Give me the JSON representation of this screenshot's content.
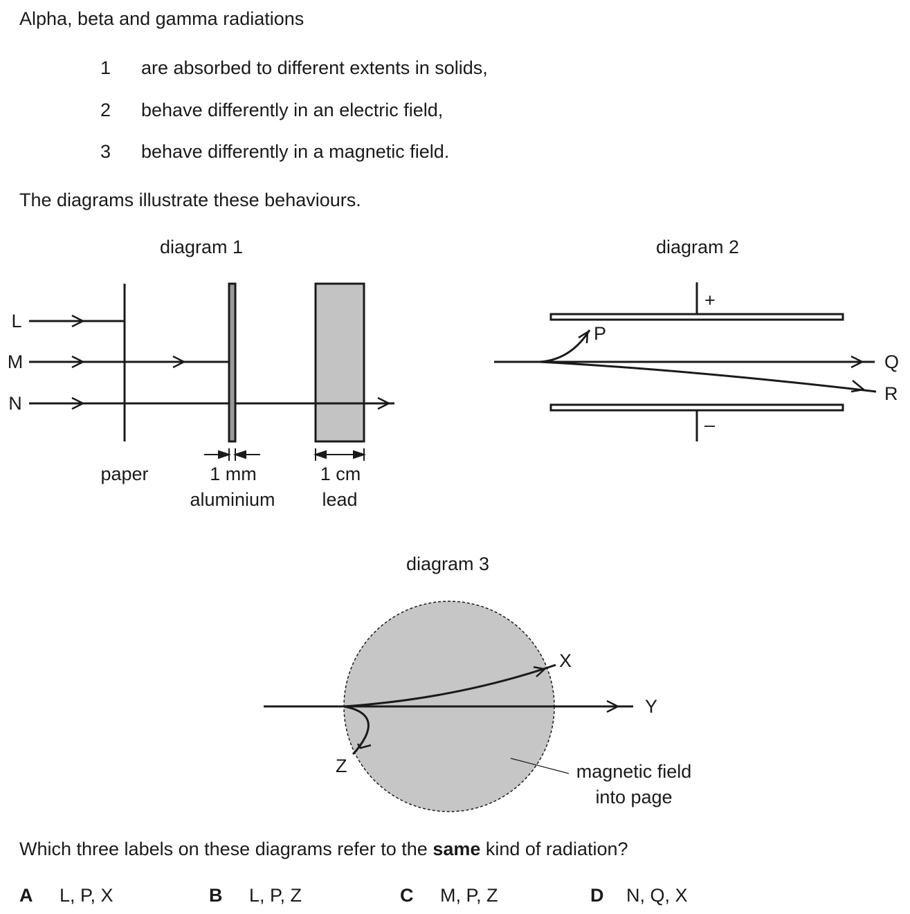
{
  "intro": "Alpha, beta and gamma radiations",
  "statements": [
    {
      "num": "1",
      "text": "are absorbed to different extents in solids,"
    },
    {
      "num": "2",
      "text": "behave differently in an electric field,"
    },
    {
      "num": "3",
      "text": "behave differently in a magnetic field."
    }
  ],
  "diagrams_intro": "The diagrams illustrate these behaviours.",
  "diagram1": {
    "title": "diagram 1",
    "rays": [
      "L",
      "M",
      "N"
    ],
    "paper": "paper",
    "aluminium_thickness": "1 mm",
    "aluminium": "aluminium",
    "lead_thickness": "1 cm",
    "lead": "lead"
  },
  "diagram2": {
    "title": "diagram 2",
    "plus": "+",
    "minus": "–",
    "P": "P",
    "Q": "Q",
    "R": "R"
  },
  "diagram3": {
    "title": "diagram 3",
    "X": "X",
    "Y": "Y",
    "Z": "Z",
    "field_line1": "magnetic field",
    "field_line2": "into page"
  },
  "question": {
    "before": "Which three labels on these diagrams refer to the ",
    "bold": "same",
    "after": " kind of radiation?"
  },
  "options": [
    {
      "letter": "A",
      "text": "L, P, X"
    },
    {
      "letter": "B",
      "text": "L, P, Z"
    },
    {
      "letter": "C",
      "text": "M, P, Z"
    },
    {
      "letter": "D",
      "text": "N, Q, X"
    }
  ],
  "colors": {
    "ink": "#1a1a1a",
    "lead_fill": "#c3c3c3",
    "field_fill": "#c6c6c6",
    "aluminium_fill": "#9a9a9a"
  }
}
